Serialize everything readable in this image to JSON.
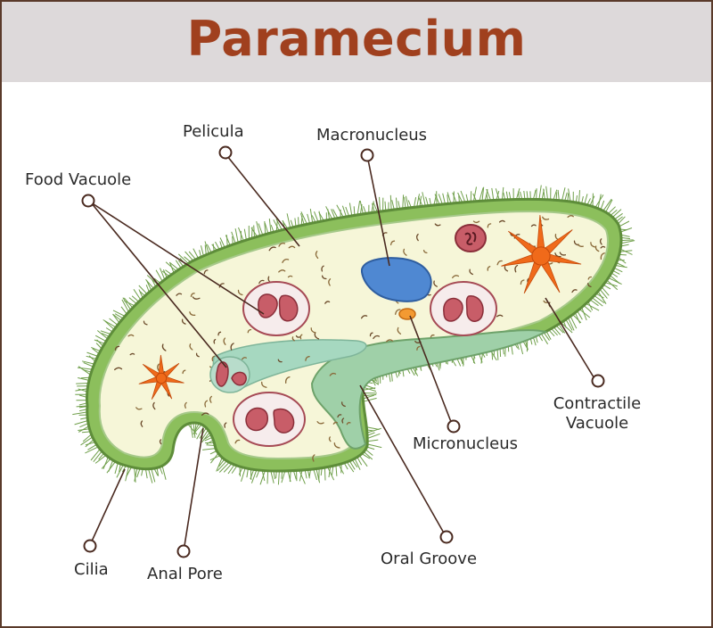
{
  "title": "Paramecium",
  "colors": {
    "title": "#a0401e",
    "header_bg": "#ddd9da",
    "frame": "#5a3a2a",
    "cytoplasm": "#f6f6d8",
    "pellicle": "#7fb54e",
    "cilia": "#6f9f4a",
    "oral_groove": "#93c7a3",
    "macronucleus": "#4e86cf",
    "micronucleus": "#f0902a",
    "food_vacuole": "#c85d68",
    "contractile_vacuole": "#f06a1a",
    "leader_line": "#4a2a20"
  },
  "labels": {
    "pelicula": "Pelicula",
    "macronucleus": "Macronucleus",
    "food_vacuole": "Food Vacuole",
    "contractile_line1": "Contractile",
    "contractile_line2": "Vacuole",
    "micronucleus": "Micronucleus",
    "cilia": "Cilia",
    "anal_pore": "Anal Pore",
    "oral_groove": "Oral Groove"
  }
}
